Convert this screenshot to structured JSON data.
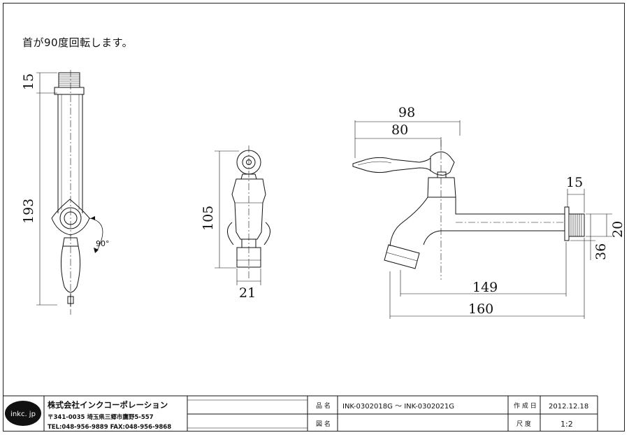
{
  "note": "首が90度回転します。",
  "side_view": {
    "dim_top": "15",
    "dim_height": "193",
    "angle": "90°"
  },
  "front_view": {
    "dim_height": "105",
    "dim_width": "21"
  },
  "profile_view": {
    "dim_outer": "98",
    "dim_inner": "80",
    "dim_thread": "15",
    "dim_thread_dia": "20",
    "dim_body": "36",
    "dim_reach": "149",
    "dim_total": "160"
  },
  "title_block": {
    "logo": "inkc. jp",
    "company": "株式会社インクコーポレーション",
    "address": "〒341-0035 埼玉県三郷市鷹野5-557",
    "contact": "TEL:048-956-9889  FAX:048-956-9868",
    "product_label": "品 名",
    "product_value": "INK-0302018G 〜 INK-0302021G",
    "drawing_label": "図 名",
    "drawing_value": "",
    "date_label": "作 成 日",
    "date_value": "2012.12.18",
    "scale_label": "尺 度",
    "scale_value": "1:2"
  }
}
